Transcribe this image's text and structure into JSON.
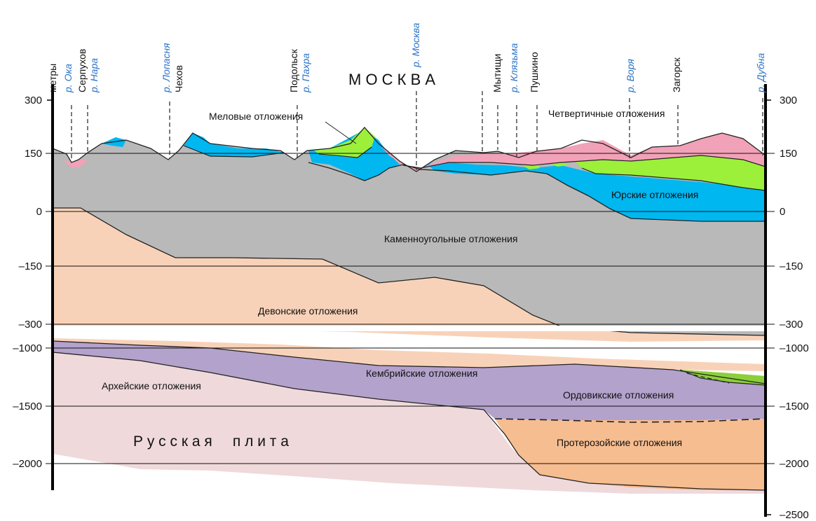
{
  "units": "метры",
  "city": "М О С К В А",
  "plate": "Р у с с к а я     п л и т а",
  "left_ticks": [
    "300",
    "150",
    "0",
    "–150",
    "–300",
    "–1000",
    "–1500",
    "–2000"
  ],
  "right_ticks": [
    "300",
    "150",
    "0",
    "–150",
    "–300",
    "–1000",
    "–1500",
    "–2000",
    "–2500"
  ],
  "places": {
    "oka": "р. Ока",
    "serpukhov": "Серпухов",
    "nara": "р. Нара",
    "lopasnya": "р. Лопасня",
    "chekhov": "Чехов",
    "podolsk": "Подольск",
    "pakhra": "р. Пахра",
    "moskva": "р. Москва",
    "mytishchi": "Мытищи",
    "klyazma": "р. Клязьма",
    "pushkino": "Пушкино",
    "vorya": "р. Воря",
    "zagorsk": "Загорск",
    "dubna": "р. Дубна"
  },
  "layers": {
    "cretaceous": "Меловые отложения",
    "quaternary": "Четвертичные отложения",
    "jurassic": "Юрские отложения",
    "carboniferous": "Каменноугольные отложения",
    "devonian": "Девонские отложения",
    "cambrian": "Кембрийские отложения",
    "archean": "Архейские отложения",
    "ordovician": "Ордовикские отложения",
    "proterozoic": "Протерозойские отложения"
  },
  "colors": {
    "quaternary": "#f2a2b8",
    "cretaceous": "#9cf03a",
    "jurassic": "#00b7f0",
    "carboniferous": "#b9b9b9",
    "devonian": "#f8d2b8",
    "cambrian": "#b3a2cc",
    "ordovician": "#8ccf3a",
    "proterozoic": "#f6bd90",
    "archean": "#efd9db"
  }
}
